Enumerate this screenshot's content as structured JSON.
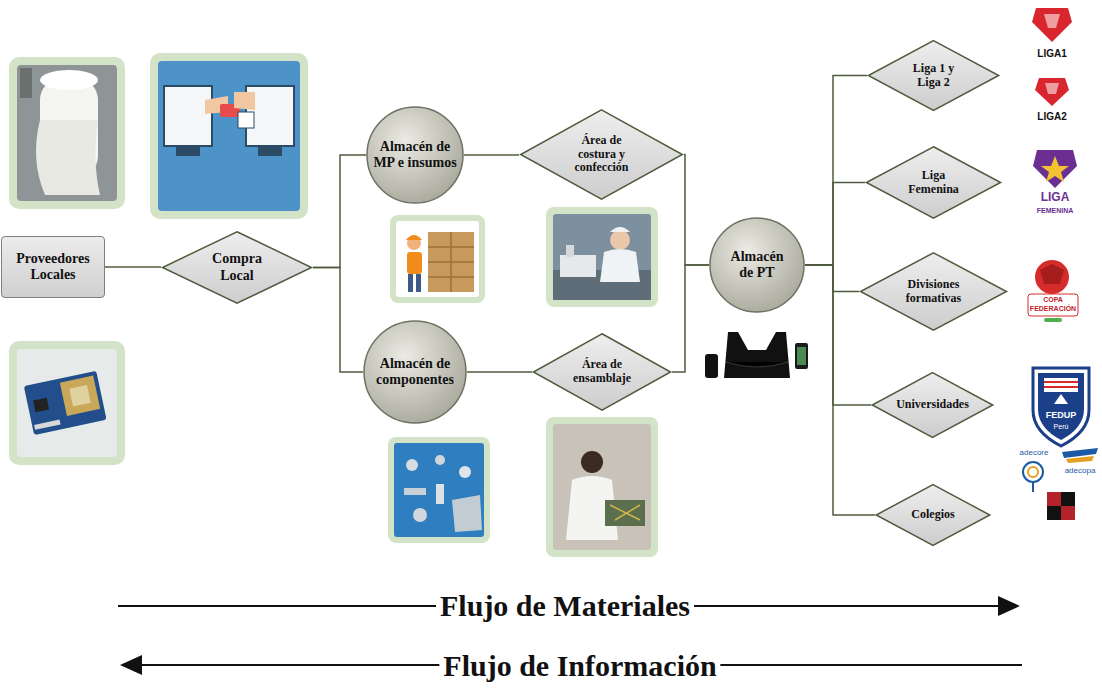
{
  "diagram": {
    "nodes": [
      {
        "text": [
          "Proveedores Locales"
        ]
      },
      {
        "text": [
          "Compra Local"
        ]
      },
      {
        "text": [
          "Almacén de MP e insumos"
        ]
      },
      {
        "text": [
          "Almacén de componentes"
        ]
      },
      {
        "text": [
          "Área de costura y confección"
        ]
      },
      {
        "text": [
          "Área de ensamblaje"
        ]
      },
      {
        "text": [
          "Almacén de PT"
        ]
      },
      {
        "text": [
          "Liga 1 y Liga 2"
        ]
      },
      {
        "text": [
          "Liga Femenina"
        ]
      },
      {
        "text": [
          "Divisiones formativas"
        ]
      },
      {
        "text": [
          "Universidades"
        ]
      },
      {
        "text": [
          "Colegios"
        ]
      }
    ],
    "edges": [
      {
        "from": 0,
        "to": 1,
        "arrow": "none"
      },
      {
        "from": 1,
        "to": 2,
        "arrow": "none"
      },
      {
        "from": 1,
        "to": 3,
        "arrow": "none"
      },
      {
        "from": 2,
        "to": 4,
        "arrow": "none"
      },
      {
        "from": 3,
        "to": 5,
        "arrow": "none"
      },
      {
        "from": 4,
        "to": 6,
        "arrow": "none"
      },
      {
        "from": 5,
        "to": 6,
        "arrow": "none"
      },
      {
        "from": 6,
        "to": 7,
        "arrow": "none"
      },
      {
        "from": 6,
        "to": 8,
        "arrow": "none"
      },
      {
        "from": 6,
        "to": 9,
        "arrow": "none"
      },
      {
        "from": 6,
        "to": 10,
        "arrow": "none"
      },
      {
        "from": 6,
        "to": 11,
        "arrow": "none"
      }
    ],
    "labels": [
      "Flujo de Materiales",
      "Flujo de Información",
      "LIGA1",
      "LIGA2",
      "LIGA",
      "FEMENINA",
      "COPA",
      "FEDERACIÓN",
      "FEDUP",
      "Perú",
      "adecore",
      "adecopa"
    ]
  }
}
